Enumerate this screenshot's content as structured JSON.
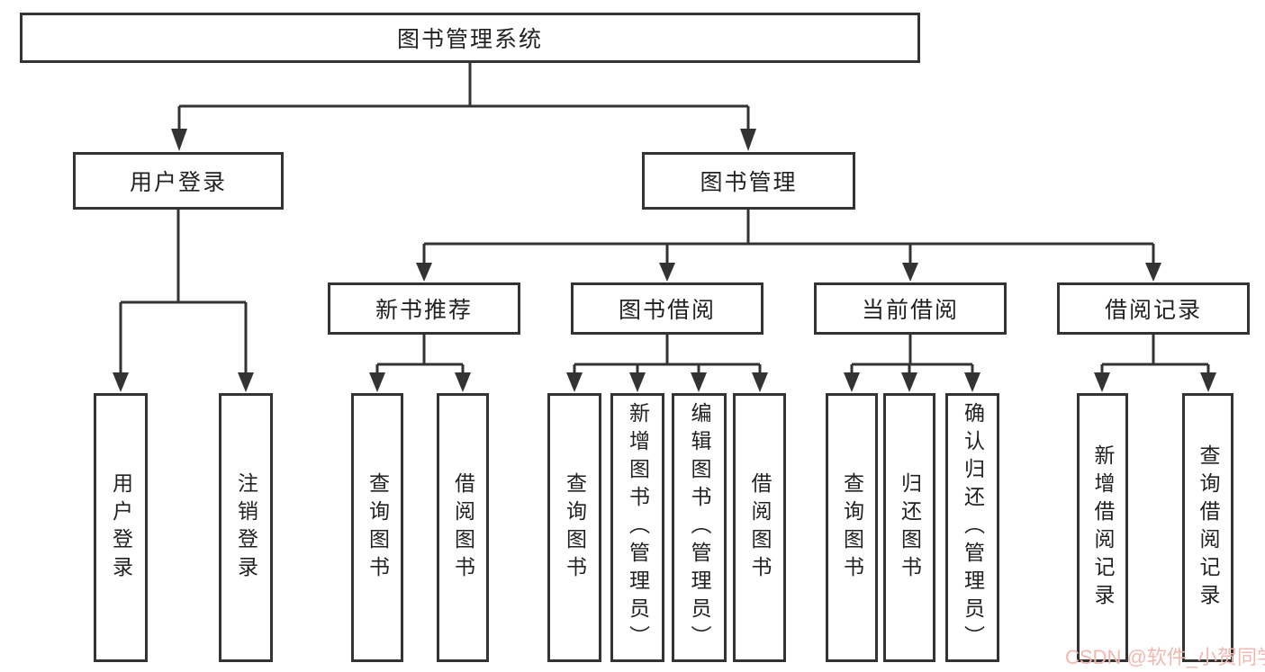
{
  "diagram": {
    "type": "tree",
    "title": "图书管理系统",
    "tree": {
      "root": {
        "label": "图书管理系统",
        "children": [
          {
            "label": "用户登录",
            "children": [
              {
                "label": "用户登录"
              },
              {
                "label": "注销登录"
              }
            ]
          },
          {
            "label": "图书管理",
            "children": [
              {
                "label": "新书推荐",
                "children": [
                  {
                    "label": "查询图书"
                  },
                  {
                    "label": "借阅图书"
                  }
                ]
              },
              {
                "label": "图书借阅",
                "children": [
                  {
                    "label": "查询图书"
                  },
                  {
                    "label": "新增图书（管理员）"
                  },
                  {
                    "label": "编辑图书（管理员）"
                  },
                  {
                    "label": "借阅图书"
                  }
                ]
              },
              {
                "label": "当前借阅",
                "children": [
                  {
                    "label": "查询图书"
                  },
                  {
                    "label": "归还图书"
                  },
                  {
                    "label": "确认归还（管理员）"
                  }
                ]
              },
              {
                "label": "借阅记录",
                "children": [
                  {
                    "label": "新增借阅记录"
                  },
                  {
                    "label": "查询借阅记录"
                  }
                ]
              }
            ]
          }
        ]
      }
    },
    "colors": {
      "line": "#333333",
      "box_border": "#333333",
      "box_fill": "#ffffff",
      "text": "#222222",
      "background": "#ffffff"
    }
  },
  "watermark": {
    "text": "CSDN @软件_小贺同学",
    "color": "#f2b8b0"
  }
}
